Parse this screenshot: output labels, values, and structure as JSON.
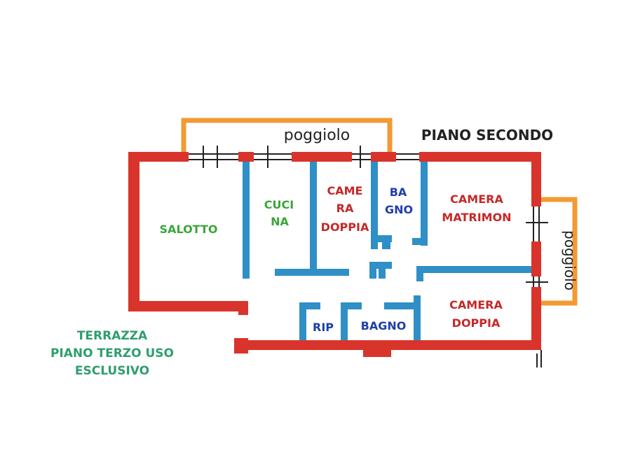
{
  "plan": {
    "title": "PIANO SECONDO",
    "balcony_top": "poggiolo",
    "balcony_right": "poggiolo",
    "terrace": {
      "line1": "TERRAZZA",
      "line2": "PIANO TERZO USO",
      "line3": "ESCLUSIVO"
    },
    "rooms": {
      "salotto": "SALOTTO",
      "cucina_1": "CUCI",
      "cucina_2": "NA",
      "camera_doppia_top_1": "CAME",
      "camera_doppia_top_2": "RA",
      "camera_doppia_top_3": "DOPPIA",
      "bagno_top_1": "BA",
      "bagno_top_2": "GNO",
      "camera_matrimon_1": "CAMERA",
      "camera_matrimon_2": "MATRIMON",
      "camera_doppia_bottom_1": "CAMERA",
      "camera_doppia_bottom_2": "DOPPIA",
      "rip": "RIP",
      "bagno_bottom": "BAGNO"
    },
    "colors": {
      "exterior_wall": "#d9342b",
      "interior_wall": "#2f8fc6",
      "balcony": "#f29a33",
      "label_green": "#3aa63a",
      "label_red": "#c62828",
      "label_blue": "#1f3fa8",
      "label_black": "#222222",
      "label_teal": "#2e9e6e"
    }
  }
}
